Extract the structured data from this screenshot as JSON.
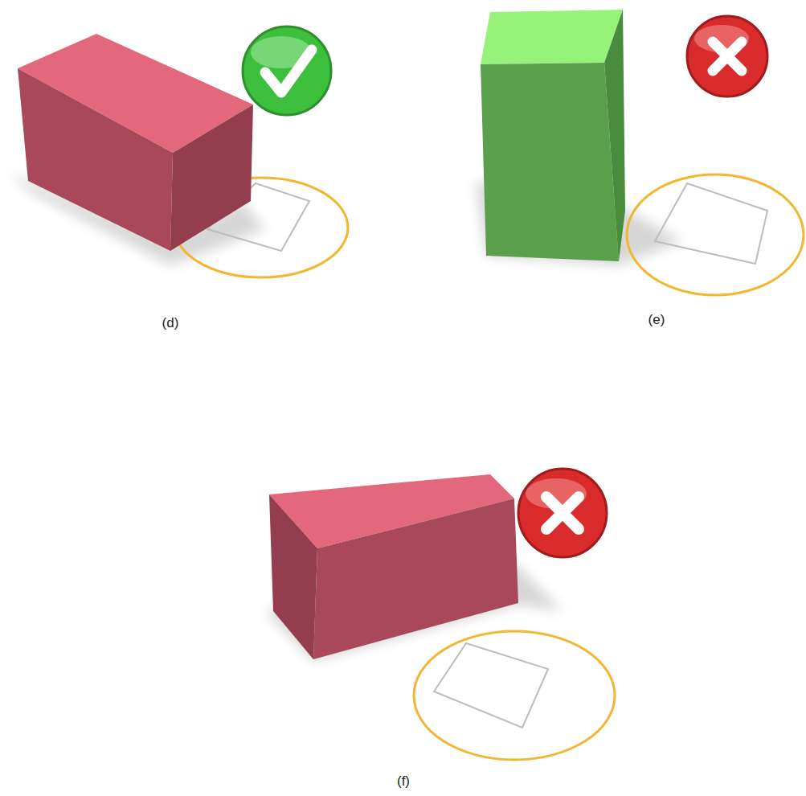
{
  "diagram": {
    "labels": [
      "(d)",
      "(e)",
      "(f)"
    ]
  }
}
